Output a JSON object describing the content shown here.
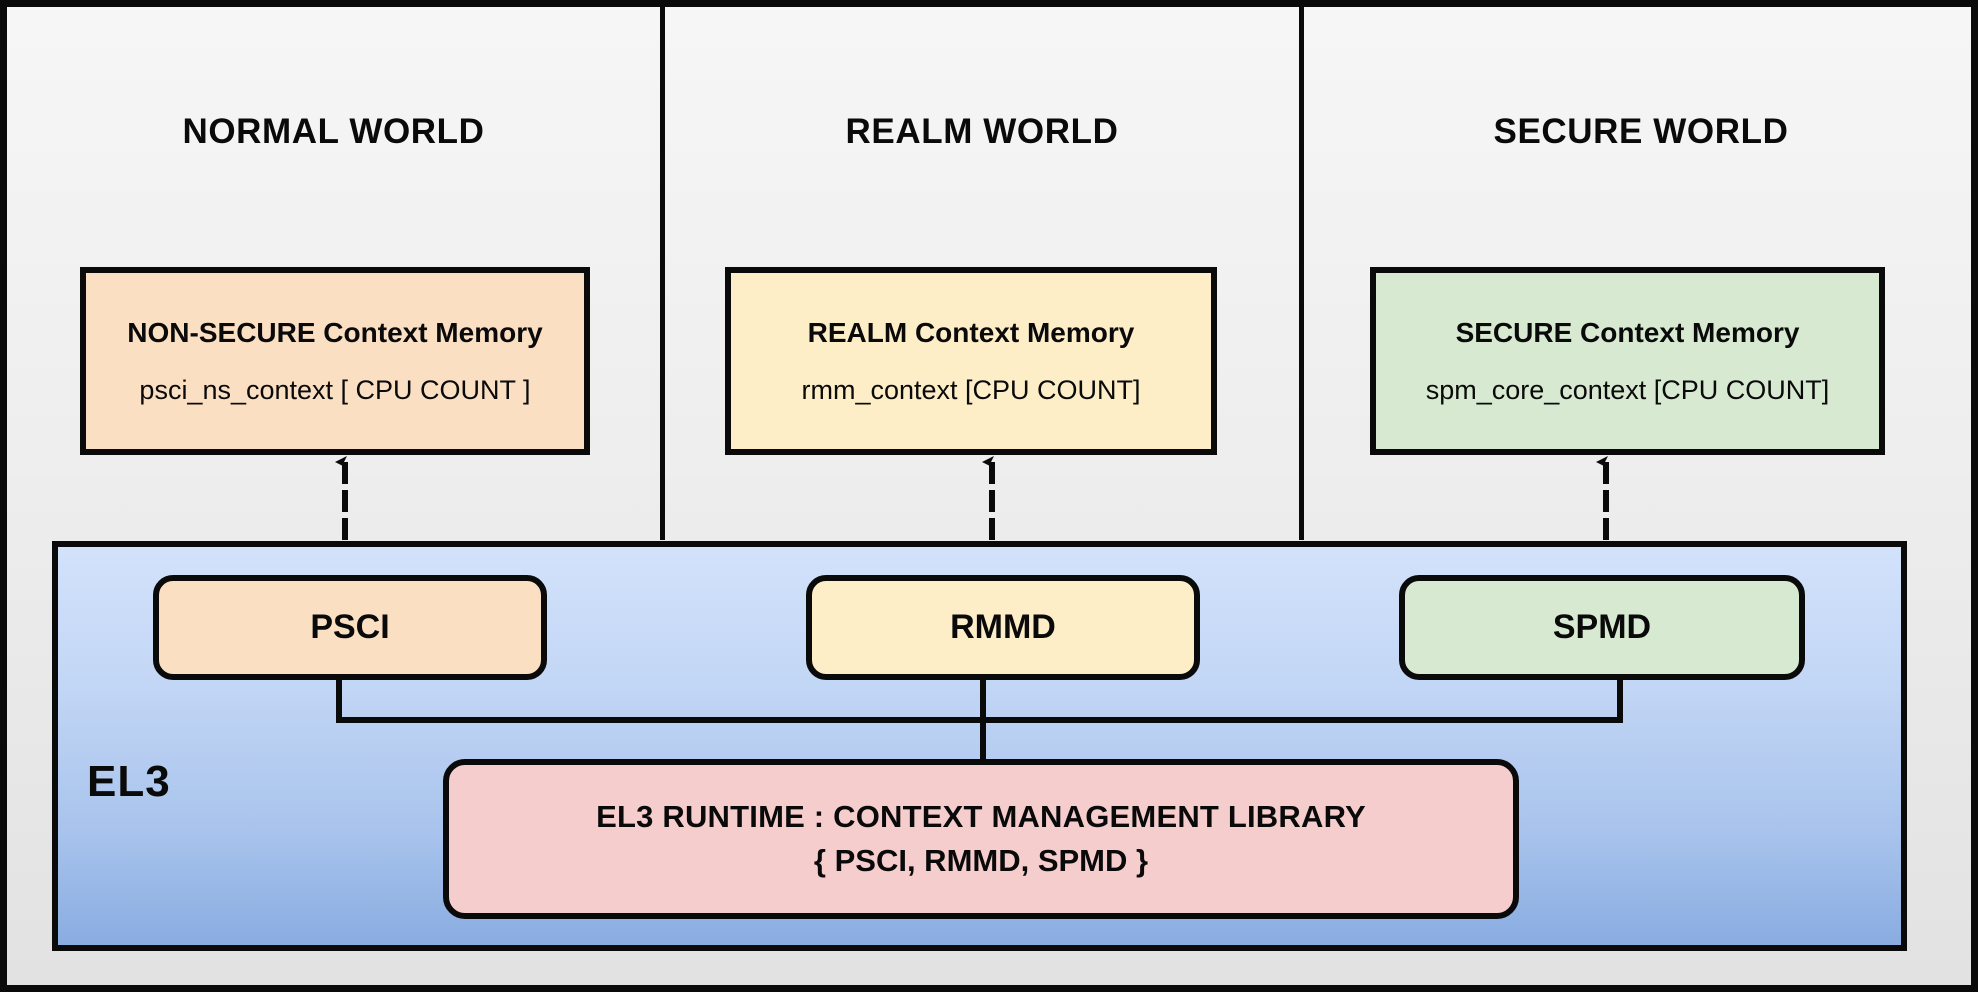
{
  "diagram": {
    "el3_label": "EL3",
    "worlds": [
      {
        "title": "NORMAL WORLD",
        "context_box": {
          "title": "NON-SECURE Context Memory",
          "subtitle": "psci_ns_context  [ CPU COUNT ]",
          "fill": "#fbdfc3"
        },
        "dispatcher": {
          "label": "PSCI",
          "fill": "#fbdfc3"
        }
      },
      {
        "title": "REALM WORLD",
        "context_box": {
          "title": "REALM Context Memory",
          "subtitle": "rmm_context [CPU COUNT]",
          "fill": "#fdeec8"
        },
        "dispatcher": {
          "label": "RMMD",
          "fill": "#fdeec8"
        }
      },
      {
        "title": "SECURE WORLD",
        "context_box": {
          "title": "SECURE Context Memory",
          "subtitle": "spm_core_context  [CPU COUNT]",
          "fill": "#d7e9d1"
        },
        "dispatcher": {
          "label": "SPMD",
          "fill": "#d7e9d1"
        }
      }
    ],
    "runtime": {
      "line1": "EL3 RUNTIME : CONTEXT MANAGEMENT LIBRARY",
      "line2": "{ PSCI, RMMD, SPMD }",
      "fill": "#f6cdcd"
    },
    "colors": {
      "border": "#0a0a0a",
      "panel_top": "#d3e2fb",
      "panel_bottom": "#89ace1",
      "background": "#eeeeee"
    }
  }
}
